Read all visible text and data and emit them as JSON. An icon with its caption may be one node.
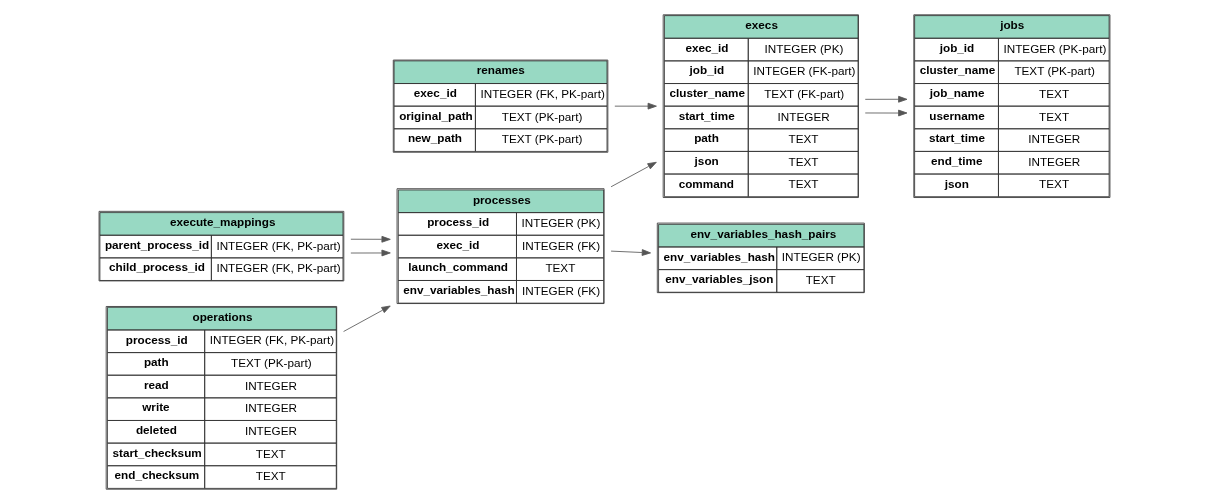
{
  "diagram": {
    "nodes": [
      {
        "text": [
          "renames",
          "exec_id",
          "INTEGER (FK, PK-part)",
          "original_path",
          "TEXT (PK-part)",
          "new_path",
          "TEXT (PK-part)"
        ]
      },
      {
        "text": [
          "execs",
          "exec_id",
          "INTEGER (PK)",
          "job_id",
          "INTEGER (FK-part)",
          "cluster_name",
          "TEXT (FK-part)",
          "start_time",
          "INTEGER",
          "path",
          "TEXT",
          "json",
          "TEXT",
          "command",
          "TEXT"
        ]
      },
      {
        "text": [
          "jobs",
          "job_id",
          "INTEGER (PK-part)",
          "cluster_name",
          "TEXT (PK-part)",
          "job_name",
          "TEXT",
          "username",
          "TEXT",
          "start_time",
          "INTEGER",
          "end_time",
          "INTEGER",
          "json",
          "TEXT"
        ]
      },
      {
        "text": [
          "execute_mappings",
          "parent_process_id",
          "INTEGER (FK, PK-part)",
          "child_process_id",
          "INTEGER (FK, PK-part)"
        ]
      },
      {
        "text": [
          "processes",
          "process_id",
          "INTEGER (PK)",
          "exec_id",
          "INTEGER (FK)",
          "launch_command",
          "TEXT",
          "env_variables_hash",
          "INTEGER (FK)"
        ]
      },
      {
        "text": [
          "env_variables_hash_pairs",
          "env_variables_hash",
          "INTEGER (PK)",
          "env_variables_json",
          "TEXT"
        ]
      },
      {
        "text": [
          "operations",
          "process_id",
          "INTEGER (FK, PK-part)",
          "path",
          "TEXT (PK-part)",
          "read",
          "INTEGER",
          "write",
          "INTEGER",
          "deleted",
          "INTEGER",
          "start_checksum",
          "TEXT",
          "end_checksum",
          "TEXT"
        ]
      }
    ],
    "edges": [
      {
        "from": 0,
        "to": 1,
        "arrow": "to"
      },
      {
        "from": 1,
        "to": 2,
        "arrow": "to"
      },
      {
        "from": 1,
        "to": 2,
        "arrow": "to"
      },
      {
        "from": 3,
        "to": 4,
        "arrow": "to"
      },
      {
        "from": 3,
        "to": 4,
        "arrow": "to"
      },
      {
        "from": 6,
        "to": 4,
        "arrow": "to"
      },
      {
        "from": 4,
        "to": 1,
        "arrow": "to"
      },
      {
        "from": 4,
        "to": 5,
        "arrow": "to"
      }
    ]
  }
}
